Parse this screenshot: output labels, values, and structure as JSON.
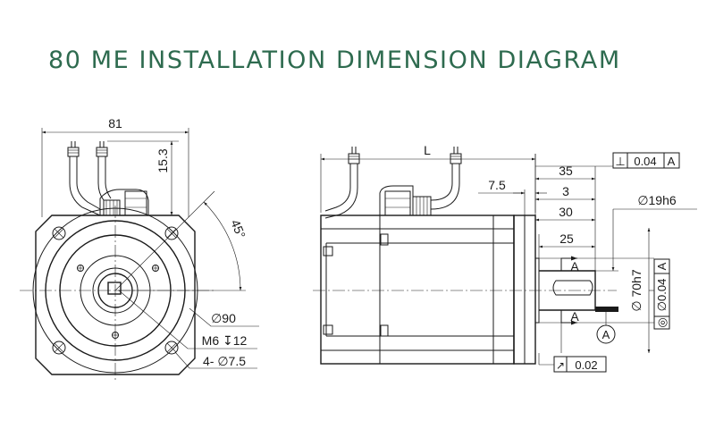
{
  "title": "80 ME INSTALLATION DIMENSION DIAGRAM",
  "front_view": {
    "width_label": "81",
    "height_label": "15.3",
    "angle_label": "45°",
    "pilot_label": "∅90",
    "screw_label": "M6 ↧12",
    "holes_label": "4- ∅7.5"
  },
  "side_view": {
    "length_label": "L",
    "dim_35": "35",
    "dim_7_5": "7.5",
    "dim_3": "3",
    "dim_30": "30",
    "dim_25": "25",
    "shaft_label": "∅19h6",
    "spigot_label": "∅ 70h7",
    "section_a_top": "A",
    "section_a_bottom": "A",
    "datum_label": "A",
    "gdt_perpendicularity": {
      "symbol": "⊥",
      "value": "0.04",
      "datum": "A"
    },
    "gdt_concentricity": {
      "symbol": "◎",
      "value": "∅0.04",
      "datum": "A"
    },
    "gdt_runout": {
      "symbol": "↗",
      "value": "0.02"
    }
  }
}
